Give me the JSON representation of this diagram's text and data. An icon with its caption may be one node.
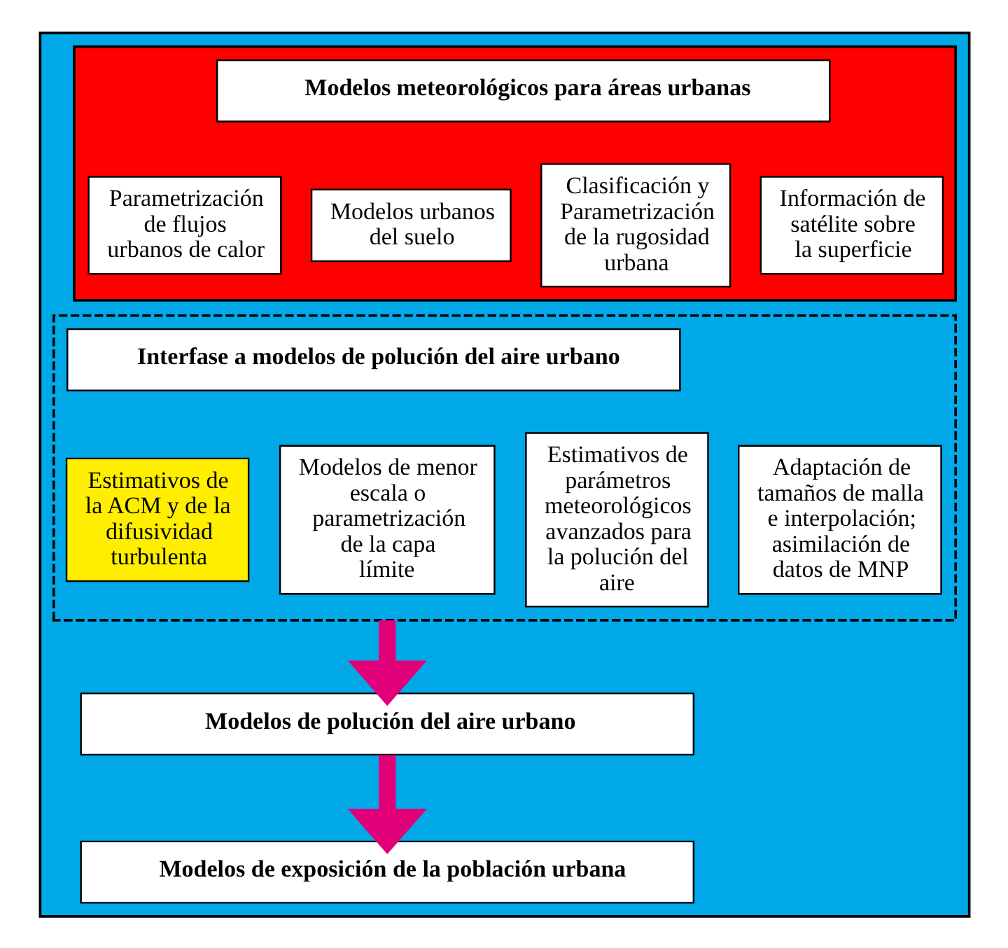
{
  "diagram": {
    "nodes": [
      {
        "text": [],
        "shape": "box"
      },
      {
        "text": [],
        "shape": "box",
        "in": 0
      },
      {
        "text": [
          "Modelos meteorológicos para áreas urbanas"
        ],
        "in": 1
      },
      {
        "text": [
          "Parametrización de flujos urbanos de calor"
        ],
        "in": 1
      },
      {
        "text": [
          "Modelos urbanos del suelo"
        ],
        "in": 1
      },
      {
        "text": [
          "Clasificación y Parametrización de la rugosidad urbana"
        ],
        "in": 1
      },
      {
        "text": [
          "Información de satélite sobre la superficie"
        ],
        "in": 1
      },
      {
        "text": [],
        "shape": "box",
        "in": 0
      },
      {
        "text": [
          "Interfase a modelos de polución del aire urbano"
        ],
        "in": 7
      },
      {
        "text": [
          "Estimativos de la ACM y de la difusividad turbulenta"
        ],
        "in": 7
      },
      {
        "text": [
          "Modelos de menor escala o parametrización de la capa límite"
        ],
        "in": 7
      },
      {
        "text": [
          "Estimativos de parámetros meteorológicos avanzados para la polución del aire"
        ],
        "in": 7
      },
      {
        "text": [
          "Adaptación de tamaños de malla e interpolación; asimilación de datos de MNP"
        ],
        "in": 7
      },
      {
        "text": [
          "Modelos de polución del aire urbano"
        ],
        "in": 0
      },
      {
        "text": [
          "Modelos de exposición de la población urbana"
        ],
        "in": 0
      }
    ],
    "edges": [
      {
        "from": 7,
        "to": 13,
        "arrow": "to"
      },
      {
        "from": 13,
        "to": 14,
        "arrow": "to"
      }
    ]
  }
}
